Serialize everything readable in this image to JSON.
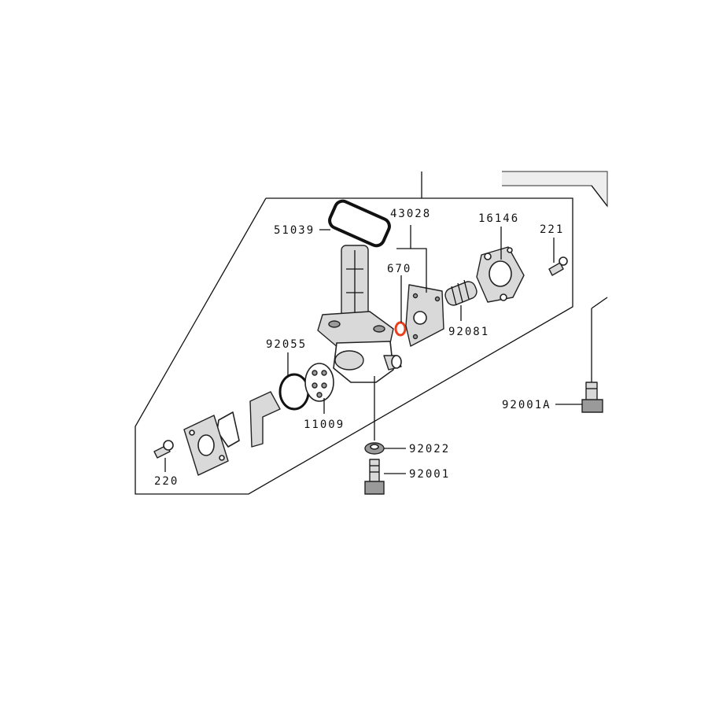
{
  "diagram": {
    "highlight_color": "#e8401c",
    "line_color": "#111111",
    "parts": [
      {
        "id": "51039",
        "label": "51039"
      },
      {
        "id": "43028",
        "label": "43028"
      },
      {
        "id": "16146",
        "label": "16146"
      },
      {
        "id": "221",
        "label": "221"
      },
      {
        "id": "670",
        "label": "670"
      },
      {
        "id": "92081",
        "label": "92081"
      },
      {
        "id": "92055",
        "label": "92055"
      },
      {
        "id": "11009",
        "label": "11009"
      },
      {
        "id": "92001A",
        "label": "92001A"
      },
      {
        "id": "92022",
        "label": "92022"
      },
      {
        "id": "92001",
        "label": "92001"
      },
      {
        "id": "220",
        "label": "220"
      }
    ]
  }
}
